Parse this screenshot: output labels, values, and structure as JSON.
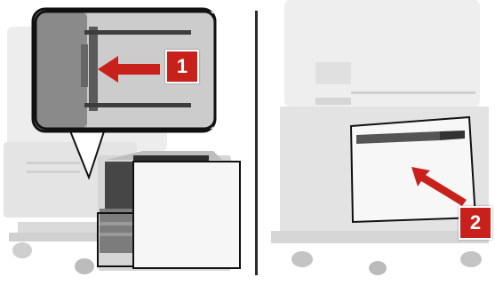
{
  "steps": [
    {
      "number": "1",
      "color": "#c8211b"
    },
    {
      "number": "2",
      "color": "#c8211b"
    }
  ],
  "illustration": {
    "left_panel": {
      "icons": [
        "printer-body",
        "open-tray-drawer",
        "zoom-callout",
        "arrow-left"
      ]
    },
    "right_panel": {
      "icons": [
        "printer-body",
        "closed-tray-drawer",
        "arrow-push"
      ]
    },
    "colors": {
      "printer_light": "#e6e6e6",
      "printer_mid": "#cfcfcf",
      "printer_dark": "#3c3c3c",
      "outline": "#111111",
      "accent": "#c8211b"
    }
  }
}
